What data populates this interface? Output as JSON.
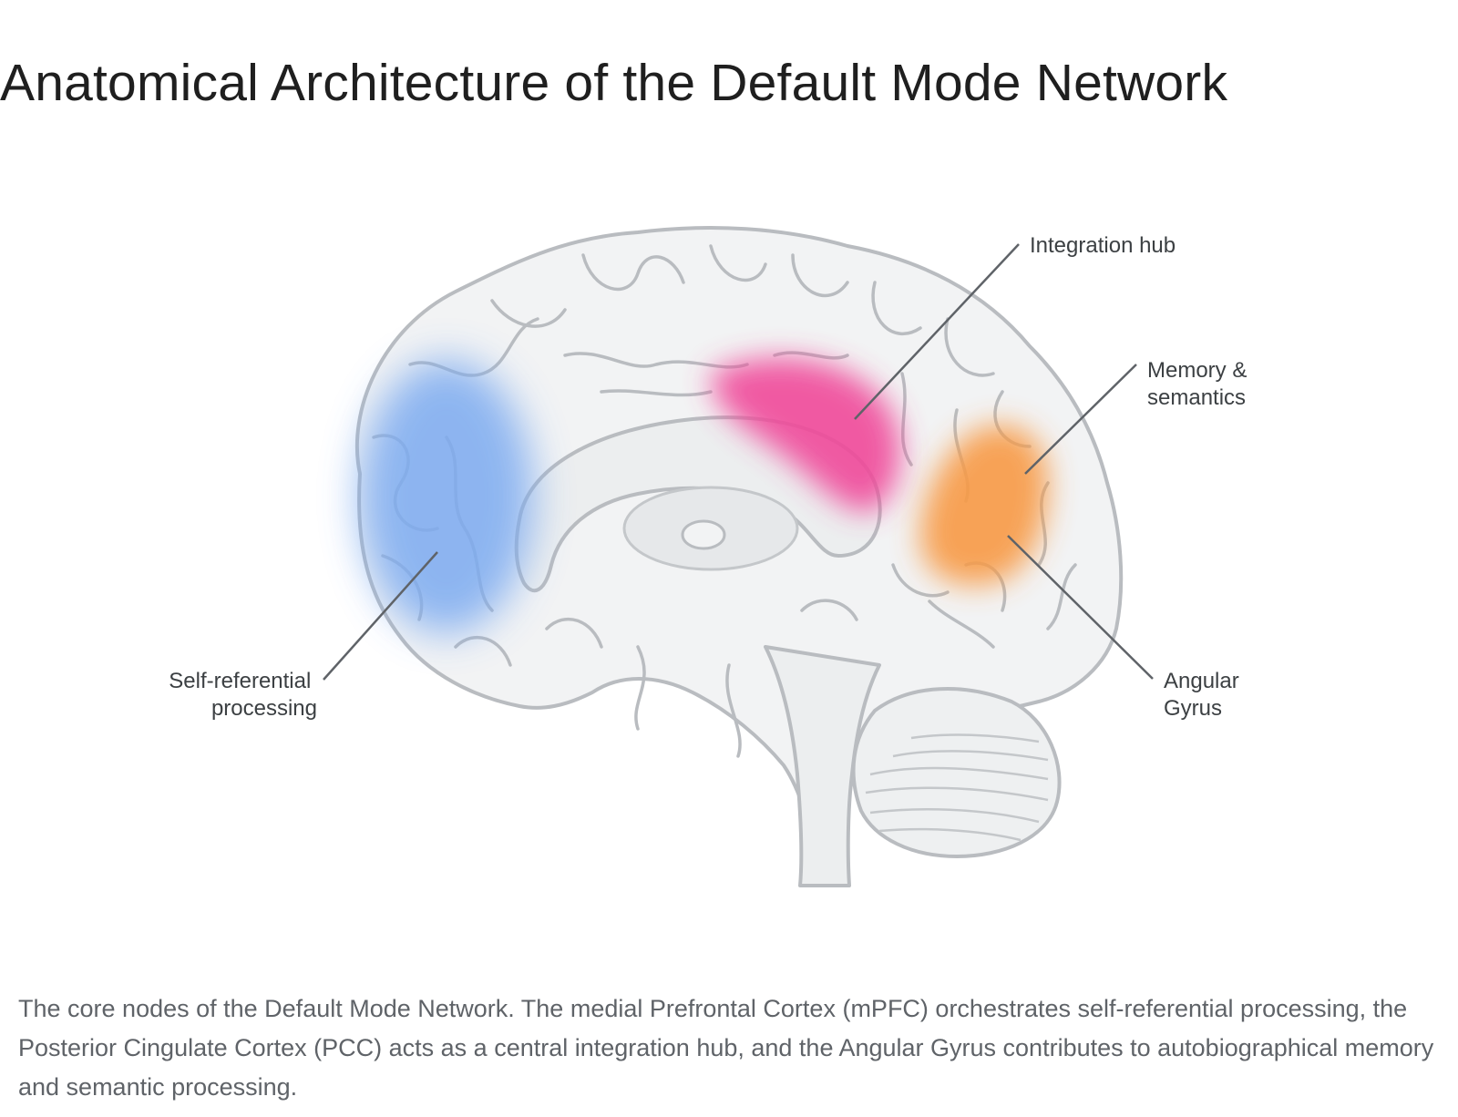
{
  "title": "Anatomical Architecture of the Default Mode Network",
  "labels": {
    "self_referential": [
      "Self-referential",
      "processing"
    ],
    "integration_hub": [
      "Integration hub"
    ],
    "memory_semantics": [
      "Memory &",
      "semantics"
    ],
    "angular_gyrus": [
      "Angular",
      "Gyrus"
    ]
  },
  "region_colors": {
    "mpfc": "#7baaf0",
    "pcc": "#f0489a",
    "angular_gyrus": "#f89a45"
  },
  "caption": "The core nodes of the Default Mode Network. The medial Prefrontal Cortex (mPFC) orchestrates self-referential processing, the Posterior Cingulate Cortex (PCC) acts as a central integration hub, and the Angular Gyrus contributes to autobiographical memory and semantic processing."
}
